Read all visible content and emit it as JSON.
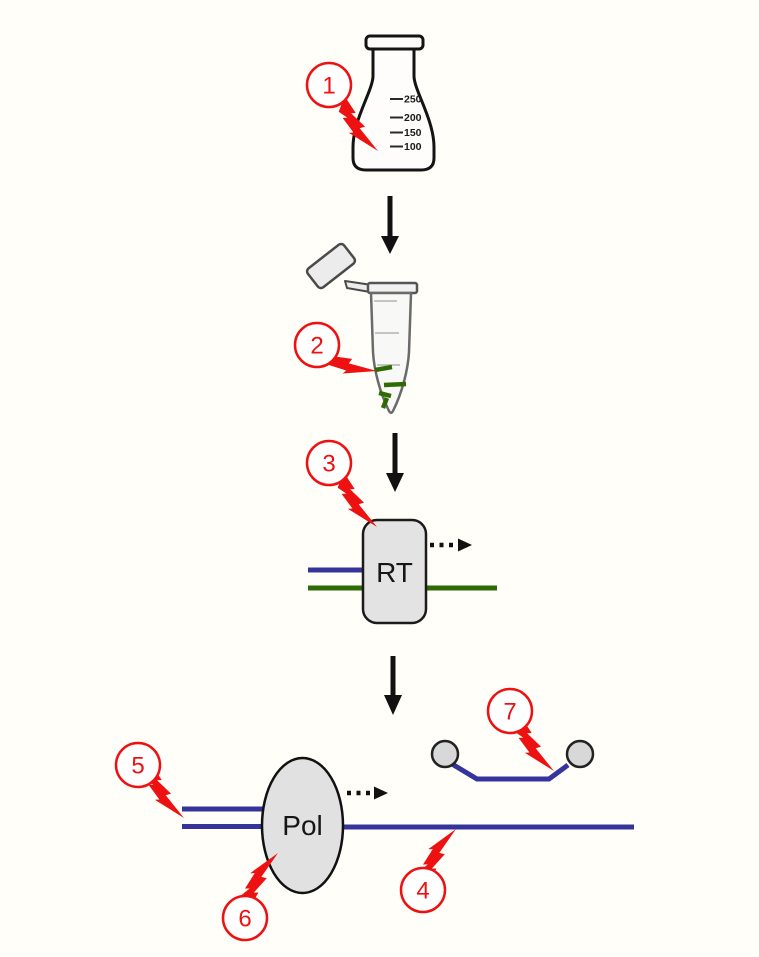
{
  "figure": {
    "description": "RT-PCR workflow diagram",
    "colors": {
      "accent_red": "#ee1111",
      "strand_blue": "#34349b",
      "strand_green": "#2f6b05",
      "arrow_black": "#111111",
      "enzyme_gray": "#e2e2e2",
      "background": "#fffef9"
    },
    "flask": {
      "graduations": [
        "250",
        "200",
        "150",
        "100"
      ]
    },
    "enzymes": {
      "rt_label": "RT",
      "pol_label": "Pol"
    },
    "callouts": [
      {
        "number": "1"
      },
      {
        "number": "2"
      },
      {
        "number": "3"
      },
      {
        "number": "4"
      },
      {
        "number": "5"
      },
      {
        "number": "6"
      },
      {
        "number": "7"
      }
    ]
  }
}
